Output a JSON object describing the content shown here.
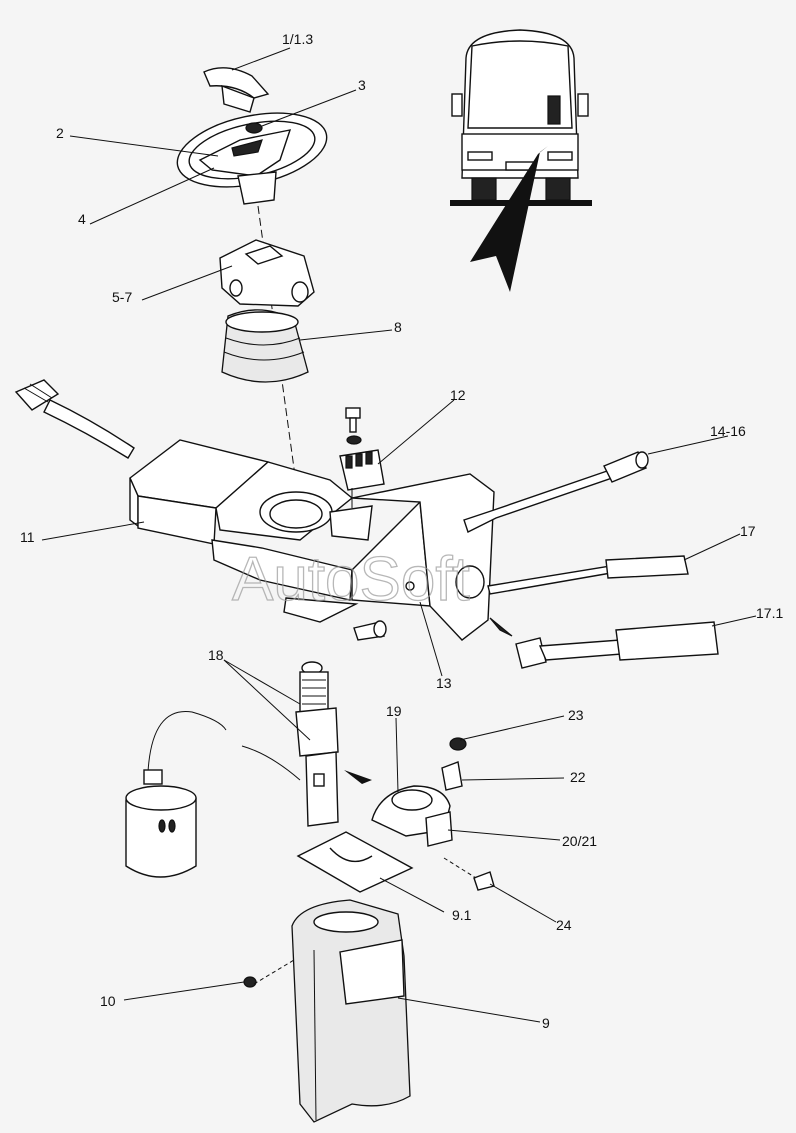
{
  "watermark": "AutoSoft",
  "callouts": [
    {
      "id": "c-1-1-3",
      "text": "1/1.3"
    },
    {
      "id": "c-3",
      "text": "3"
    },
    {
      "id": "c-2",
      "text": "2"
    },
    {
      "id": "c-4",
      "text": "4"
    },
    {
      "id": "c-5-7",
      "text": "5-7"
    },
    {
      "id": "c-8",
      "text": "8"
    },
    {
      "id": "c-12",
      "text": "12"
    },
    {
      "id": "c-14-16",
      "text": "14-16"
    },
    {
      "id": "c-11",
      "text": "11"
    },
    {
      "id": "c-17",
      "text": "17"
    },
    {
      "id": "c-17-1",
      "text": "17.1"
    },
    {
      "id": "c-13",
      "text": "13"
    },
    {
      "id": "c-18",
      "text": "18"
    },
    {
      "id": "c-19",
      "text": "19"
    },
    {
      "id": "c-23",
      "text": "23"
    },
    {
      "id": "c-22",
      "text": "22"
    },
    {
      "id": "c-20-21",
      "text": "20/21"
    },
    {
      "id": "c-9-1",
      "text": "9.1"
    },
    {
      "id": "c-24",
      "text": "24"
    },
    {
      "id": "c-10",
      "text": "10"
    },
    {
      "id": "c-9",
      "text": "9"
    }
  ]
}
